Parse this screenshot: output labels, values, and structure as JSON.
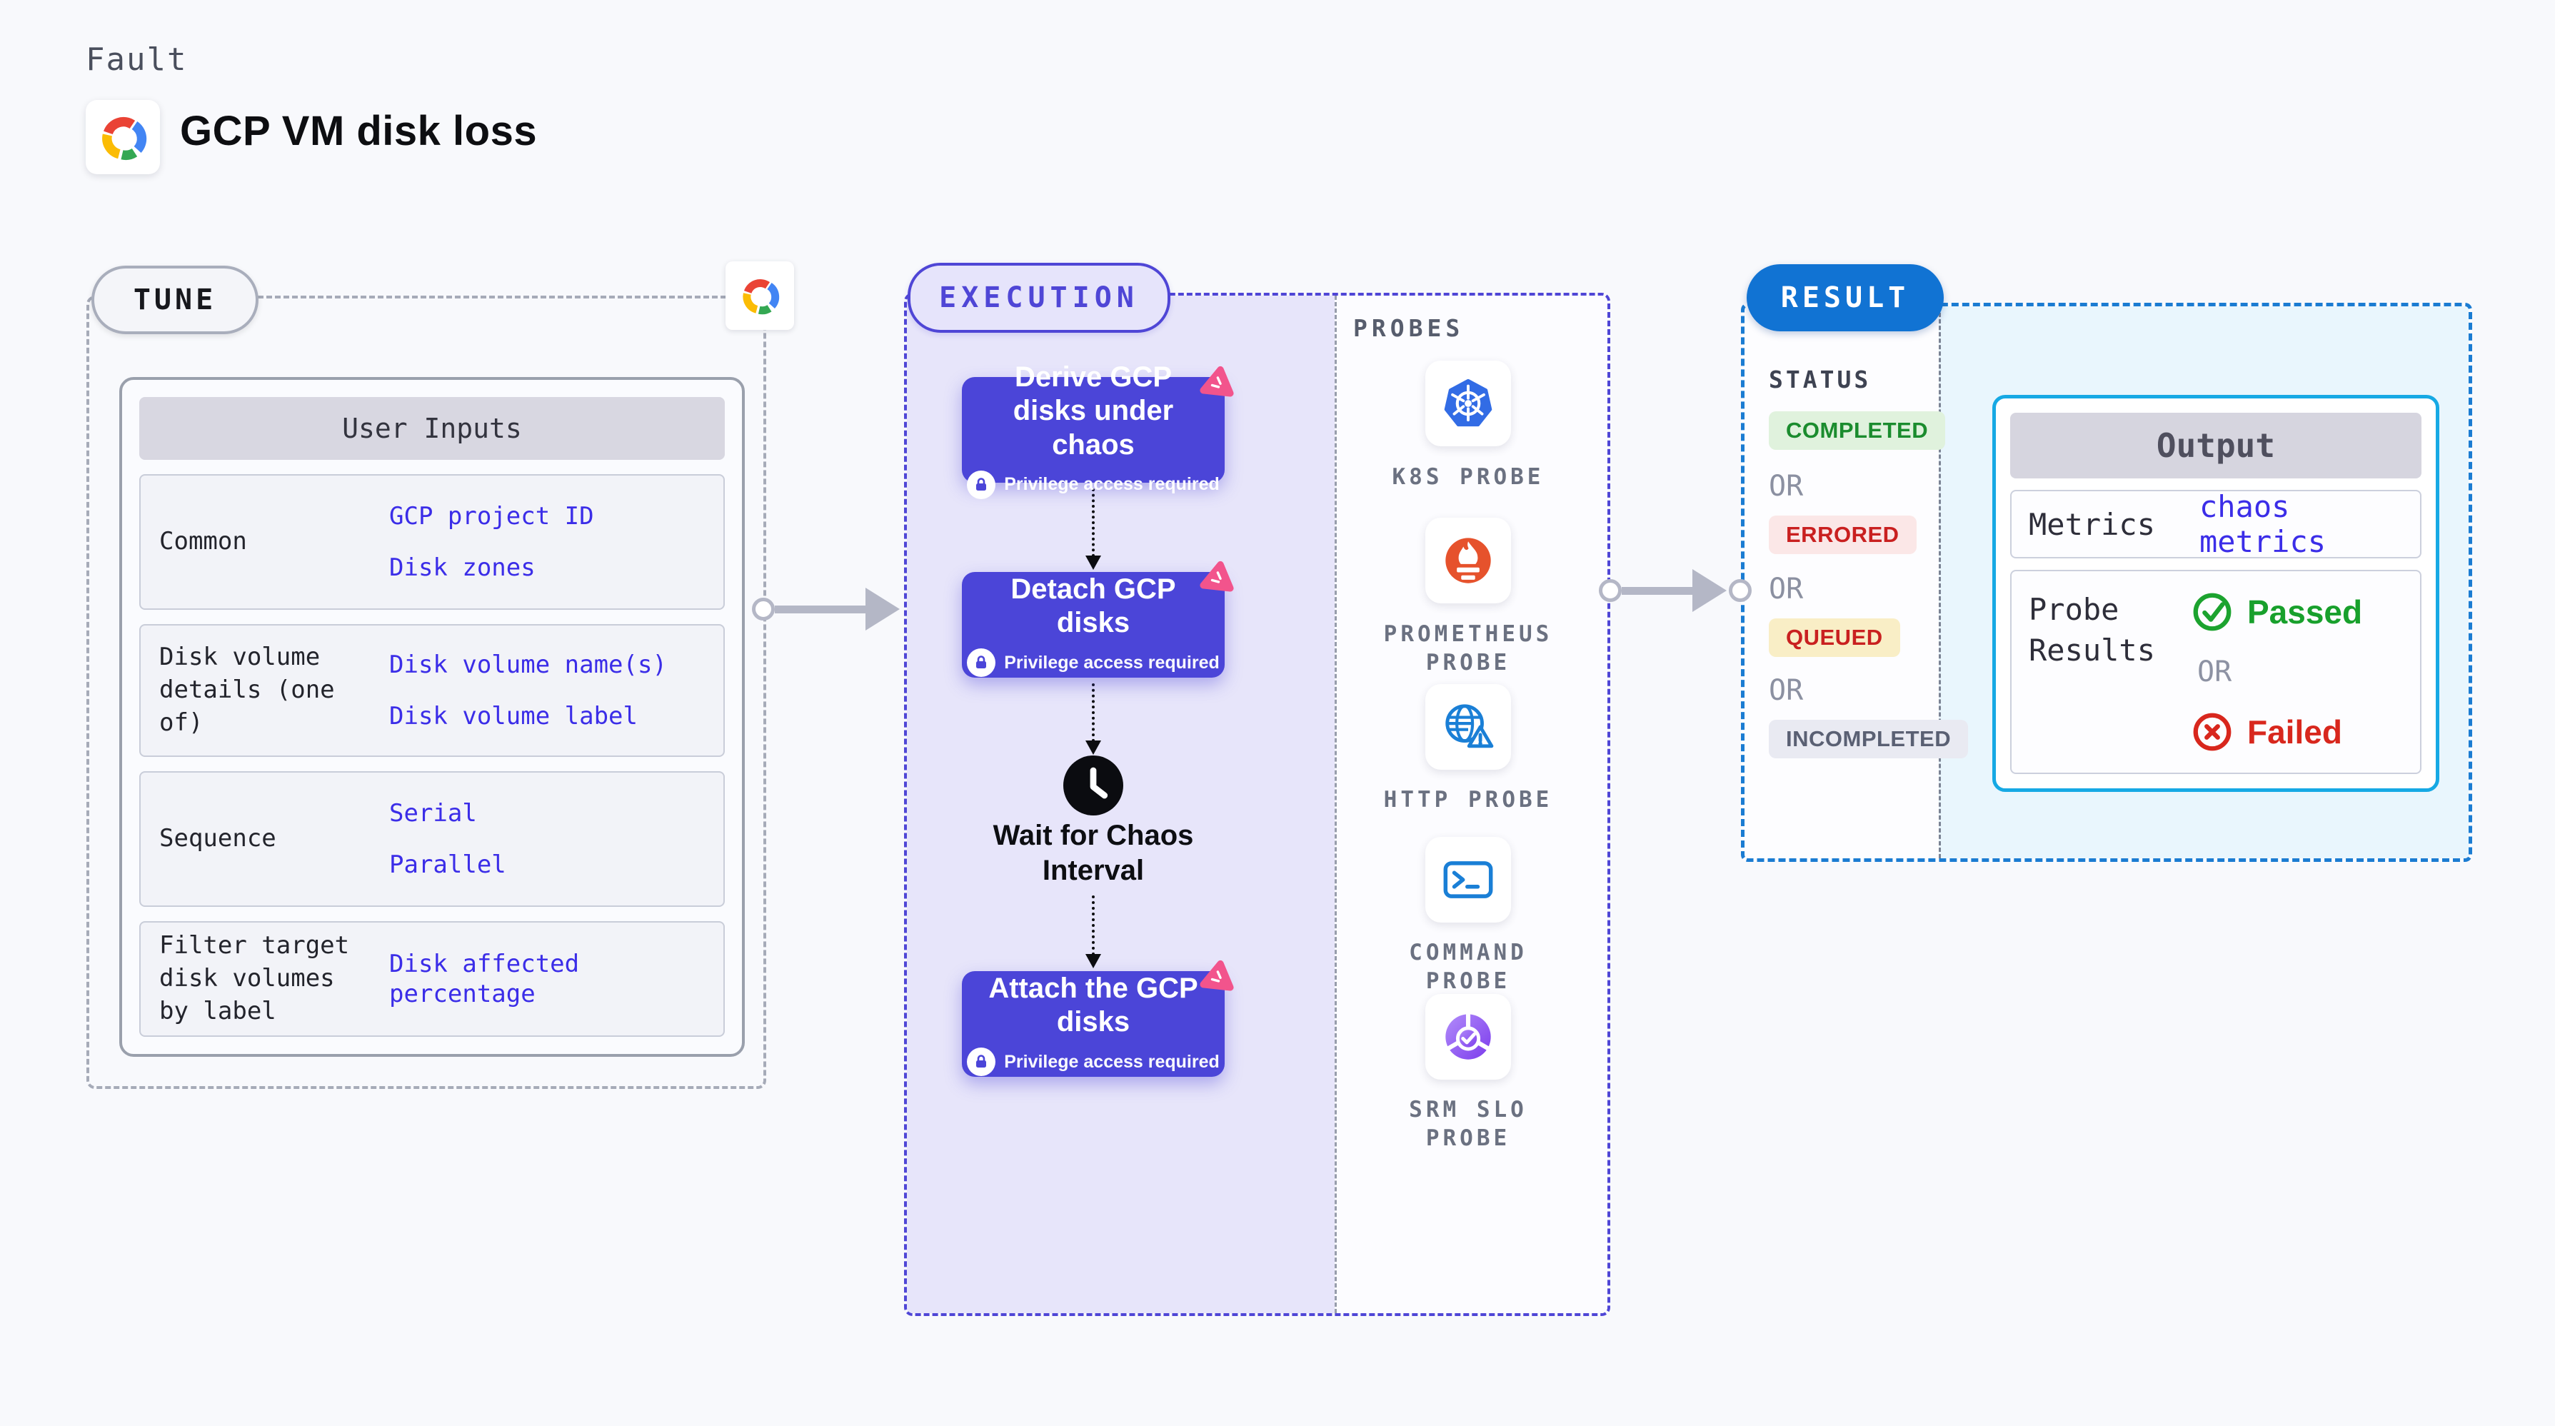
{
  "header": {
    "kicker": "Fault",
    "title": "GCP VM disk loss",
    "logo": "gcp-cloud-icon"
  },
  "tune": {
    "badge": "TUNE",
    "table": {
      "header": "User Inputs",
      "rows": [
        {
          "label": "Common",
          "values": [
            "GCP project ID",
            "Disk zones"
          ]
        },
        {
          "label": "Disk volume details (one of)",
          "values": [
            "Disk volume name(s)",
            "Disk volume label"
          ]
        },
        {
          "label": "Sequence",
          "values": [
            "Serial",
            "Parallel"
          ]
        },
        {
          "label": "Filter target disk volumes by label",
          "values": [
            "Disk affected percentage"
          ]
        }
      ]
    }
  },
  "execution": {
    "badge": "EXECUTION",
    "steps": [
      {
        "title": "Derive GCP disks under chaos",
        "privilege": "Privilege access required",
        "icon": "chaos-icon"
      },
      {
        "title": "Detach GCP disks",
        "privilege": "Privilege access required",
        "icon": "chaos-icon"
      },
      {
        "title": "Attach the GCP disks",
        "privilege": "Privilege access required",
        "icon": "chaos-icon"
      }
    ],
    "wait_label": "Wait for Chaos Interval"
  },
  "probes": {
    "title": "PROBES",
    "items": [
      {
        "label": "K8S PROBE",
        "icon": "kubernetes-icon"
      },
      {
        "label": "PROMETHEUS PROBE",
        "icon": "prometheus-icon"
      },
      {
        "label": "HTTP PROBE",
        "icon": "http-globe-icon"
      },
      {
        "label": "COMMAND PROBE",
        "icon": "terminal-icon"
      },
      {
        "label": "SRM SLO PROBE",
        "icon": "srm-slo-icon"
      }
    ]
  },
  "result": {
    "badge": "RESULT",
    "status": {
      "title": "STATUS",
      "separator": "OR",
      "badges": [
        {
          "label": "COMPLETED",
          "fg": "#1b8c2e",
          "bg": "#e0f2dd"
        },
        {
          "label": "ERRORED",
          "fg": "#c92020",
          "bg": "#fbe7e7"
        },
        {
          "label": "QUEUED",
          "fg": "#c92020",
          "bg": "#f9eec6"
        },
        {
          "label": "INCOMPLETED",
          "fg": "#5a6073",
          "bg": "#e9eaf2"
        }
      ]
    },
    "output": {
      "header": "Output",
      "metrics_label": "Metrics",
      "metrics_value": "chaos metrics",
      "probe_results_label": "Probe Results",
      "passed_label": "Passed",
      "failed_label": "Failed",
      "separator": "OR"
    }
  },
  "colors": {
    "page_bg": "#f8f9fc",
    "indigo_accent": "#4b45d8",
    "lavender_bg": "#e7e5fa",
    "result_blue": "#1173d3",
    "cyan_border": "#16a9e4",
    "cyan_bg": "#e9f6fd",
    "link_blue": "#3b2de8",
    "passed_green": "#18a02c",
    "failed_red": "#d8271d",
    "chaos_pink": "#f2548c",
    "k8s_blue": "#326ce5",
    "prometheus_orange": "#e6522c"
  }
}
